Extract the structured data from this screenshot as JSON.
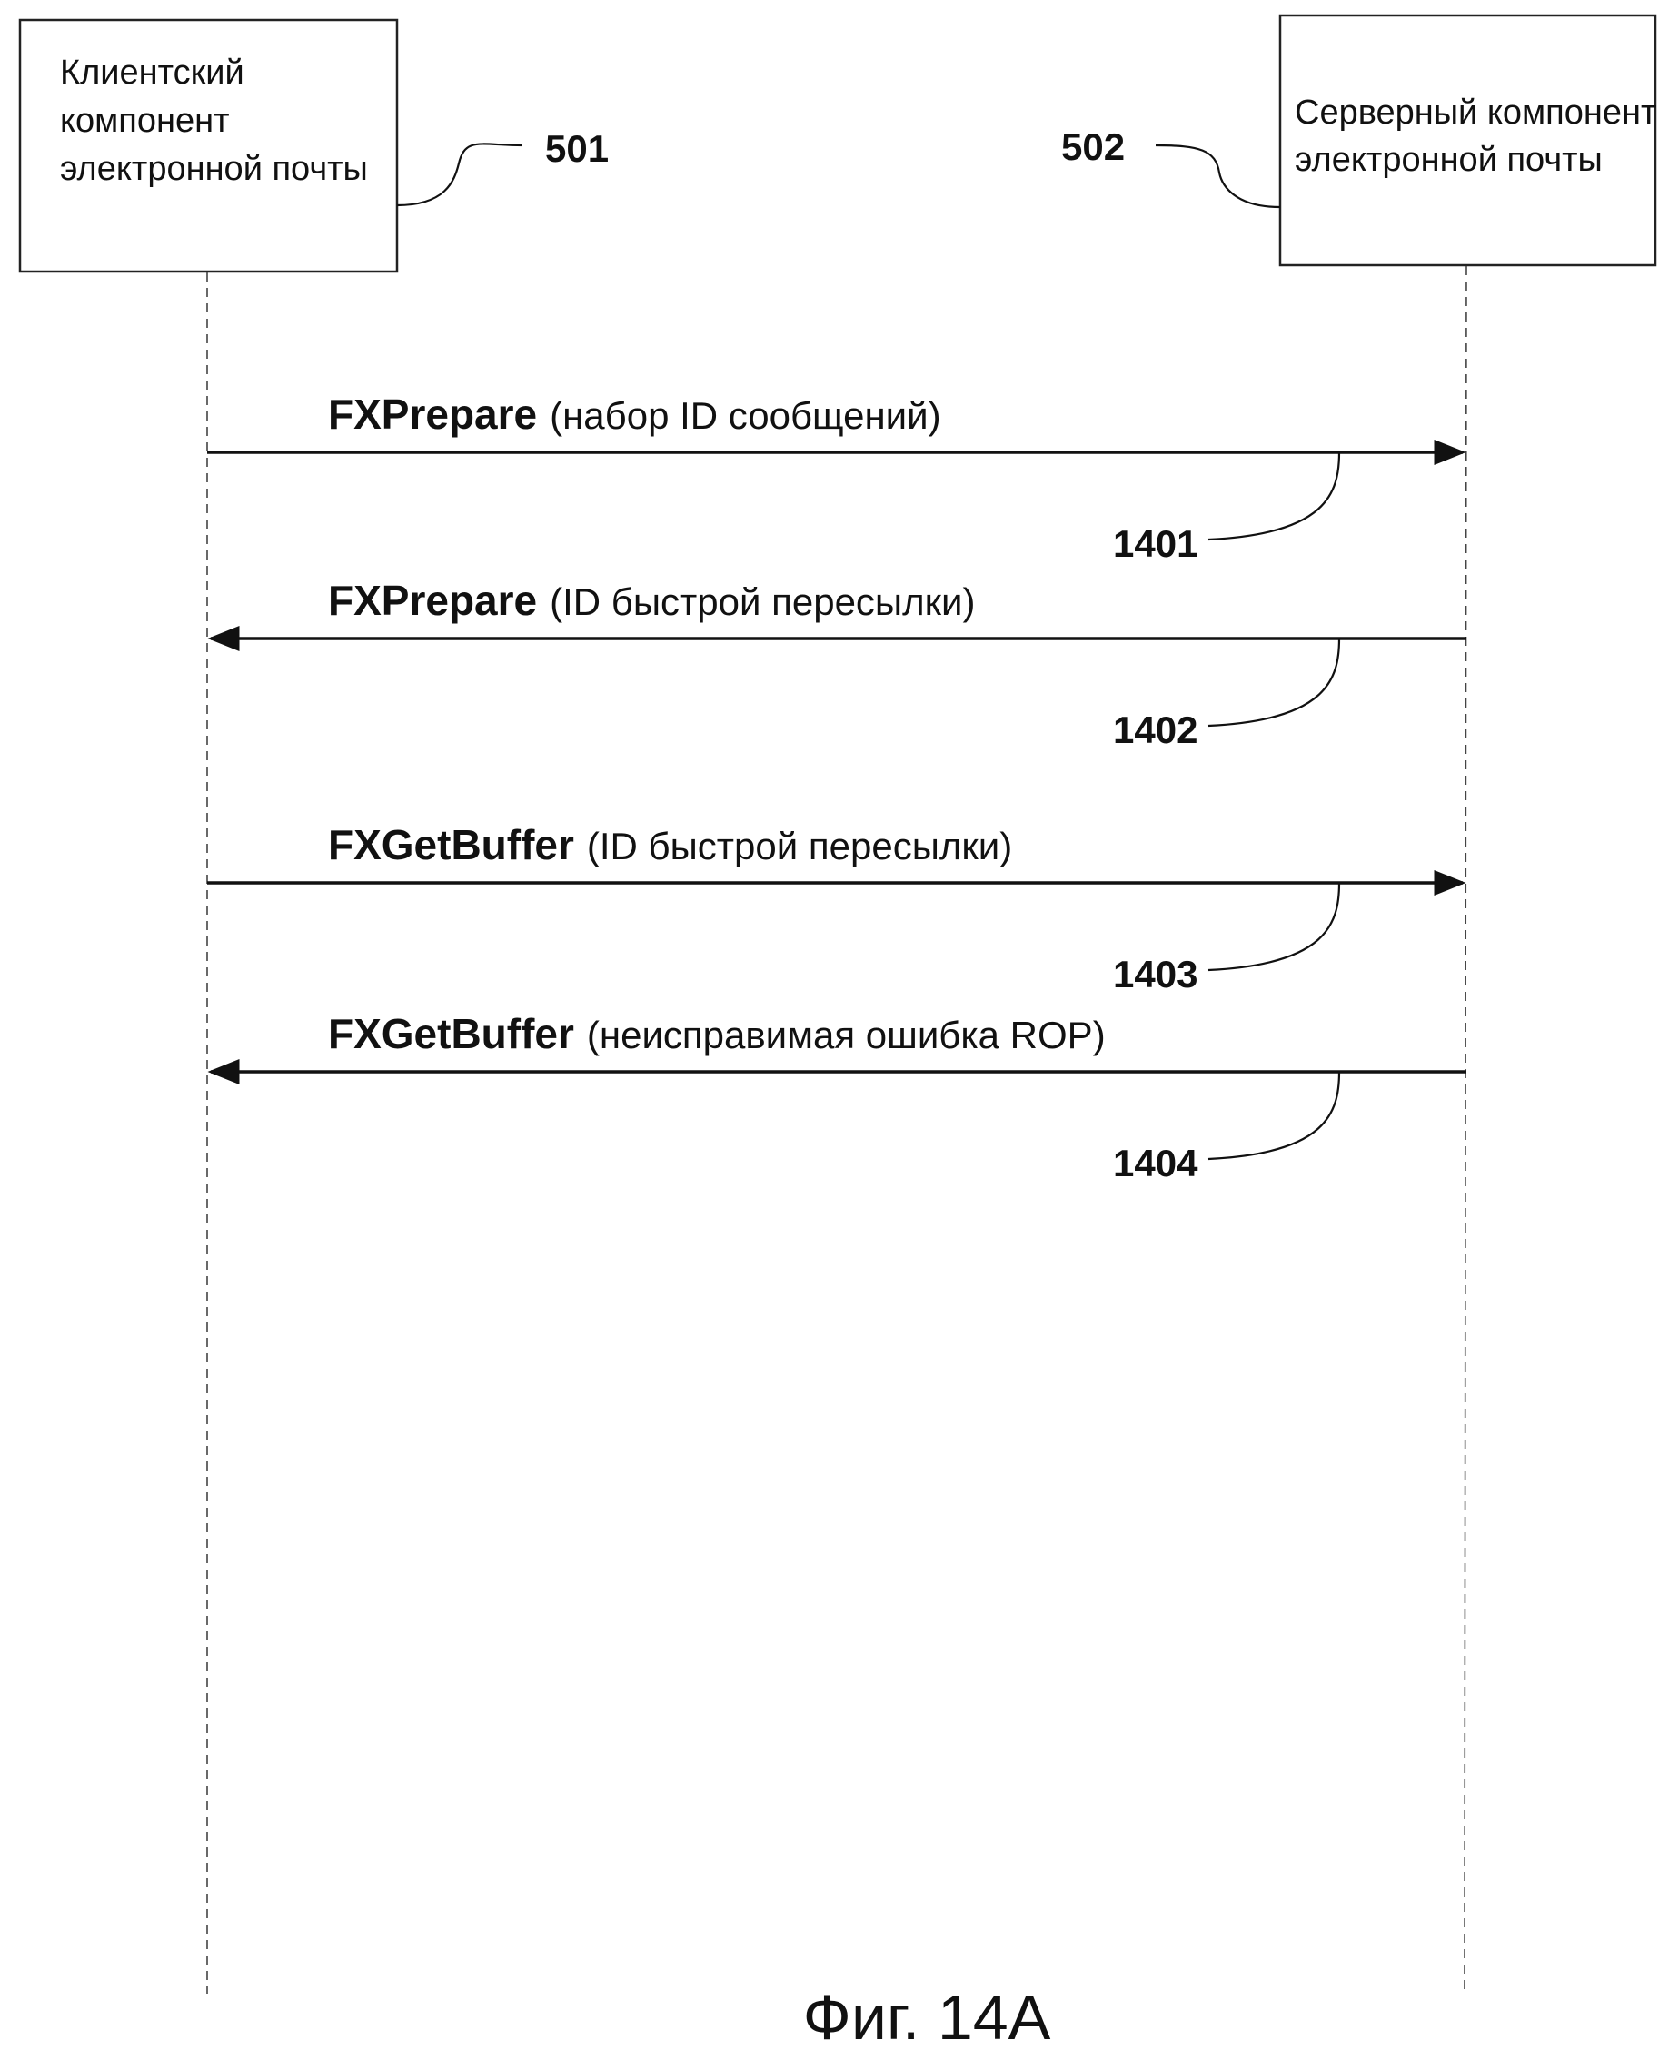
{
  "client": {
    "lines": [
      "Клиентский",
      "компонент",
      "электронной почты"
    ],
    "ref": "501"
  },
  "server": {
    "lines": [
      "Серверный компонент",
      "электронной почты"
    ],
    "ref": "502"
  },
  "messages": [
    {
      "name": "FXPrepare",
      "arg": "(набор ID сообщений)",
      "direction": "client-to-server",
      "ref": "1401"
    },
    {
      "name": "FXPrepare",
      "arg": "(ID быстрой пересылки)",
      "direction": "server-to-client",
      "ref": "1402"
    },
    {
      "name": "FXGetBuffer",
      "arg": "(ID быстрой пересылки)",
      "direction": "client-to-server",
      "ref": "1403"
    },
    {
      "name": "FXGetBuffer",
      "arg": "(неисправимая ошибка ROP)",
      "direction": "server-to-client",
      "ref": "1404"
    }
  ],
  "caption": "Фиг. 14A"
}
